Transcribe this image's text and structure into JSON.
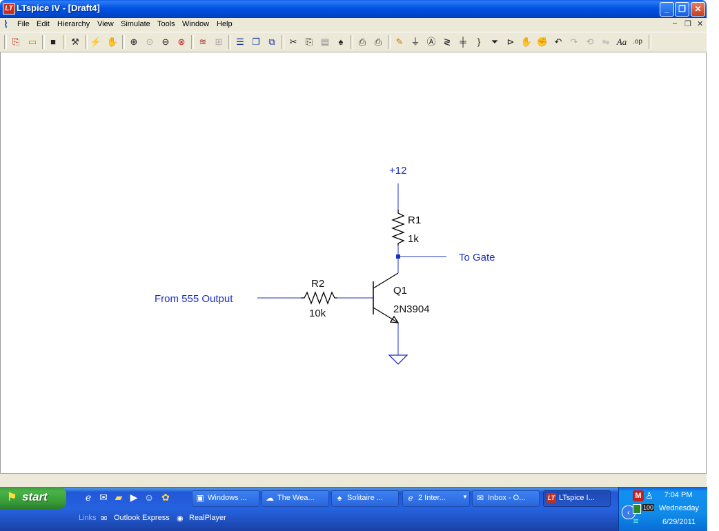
{
  "window": {
    "title": "LTspice IV - [Draft4]",
    "app_icon": "ltspice-icon",
    "buttons": {
      "minimize": "_",
      "maximize": "❐",
      "close": "✕"
    }
  },
  "menu": {
    "items": [
      "File",
      "Edit",
      "Hierarchy",
      "View",
      "Simulate",
      "Tools",
      "Window",
      "Help"
    ],
    "mdi_controls": [
      "–",
      "❐",
      "✕"
    ]
  },
  "toolbar": {
    "icons": [
      "open-schematic-icon",
      "open-file-icon",
      "save-icon",
      "control-panel-icon",
      "run-icon",
      "halt-icon",
      "zoom-in-icon",
      "pan-icon",
      "zoom-out-icon",
      "zoom-fit-icon",
      "autorange-icon",
      "mark-icon",
      "tile-horizontal-icon",
      "cascade-icon",
      "close-all-icon",
      "cut-icon",
      "copy-icon",
      "paste-icon",
      "find-icon",
      "print-setup-icon",
      "print-icon",
      "draw-wire-icon",
      "ground-icon",
      "label-net-icon",
      "resistor-icon",
      "capacitor-icon",
      "inductor-icon",
      "diode-icon",
      "component-icon",
      "move-icon",
      "drag-icon",
      "undo-icon",
      "redo-icon",
      "rotate-icon",
      "mirror-icon",
      "text-icon",
      "spice-directive-icon"
    ]
  },
  "schematic": {
    "supply_label": "+12",
    "r1_name": "R1",
    "r1_value": "1k",
    "r2_name": "R2",
    "r2_value": "10k",
    "q1_name": "Q1",
    "q1_model": "2N3904",
    "input_label": "From 555 Output",
    "output_label": "To Gate",
    "colors": {
      "wire": "#1a30c4",
      "component": "#000000",
      "label": "#1a30c4"
    }
  },
  "taskbar": {
    "start_label": "start",
    "quick_launch": [
      "ie-icon",
      "outlook-icon",
      "folder-icon",
      "media-player-icon",
      "messenger-icon",
      "picasa-icon"
    ],
    "tasks": [
      {
        "label": "Windows ...",
        "icon": "computer-icon"
      },
      {
        "label": "The Wea...",
        "icon": "weather-icon"
      },
      {
        "label": "Solitaire ...",
        "icon": "solitaire-icon"
      },
      {
        "label": "2 Inter...",
        "icon": "ie-icon"
      },
      {
        "label": "Inbox - O...",
        "icon": "outlook-icon"
      },
      {
        "label": "LTspice I...",
        "icon": "ltspice-icon"
      }
    ],
    "links_label": "Links",
    "links": [
      {
        "label": "Outlook Express",
        "icon": "outlook-express-icon"
      },
      {
        "label": "RealPlayer",
        "icon": "realplayer-icon"
      }
    ],
    "tray": {
      "time": "7:04 PM",
      "day": "Wednesday",
      "date": "6/29/2011",
      "battery": "100"
    }
  }
}
